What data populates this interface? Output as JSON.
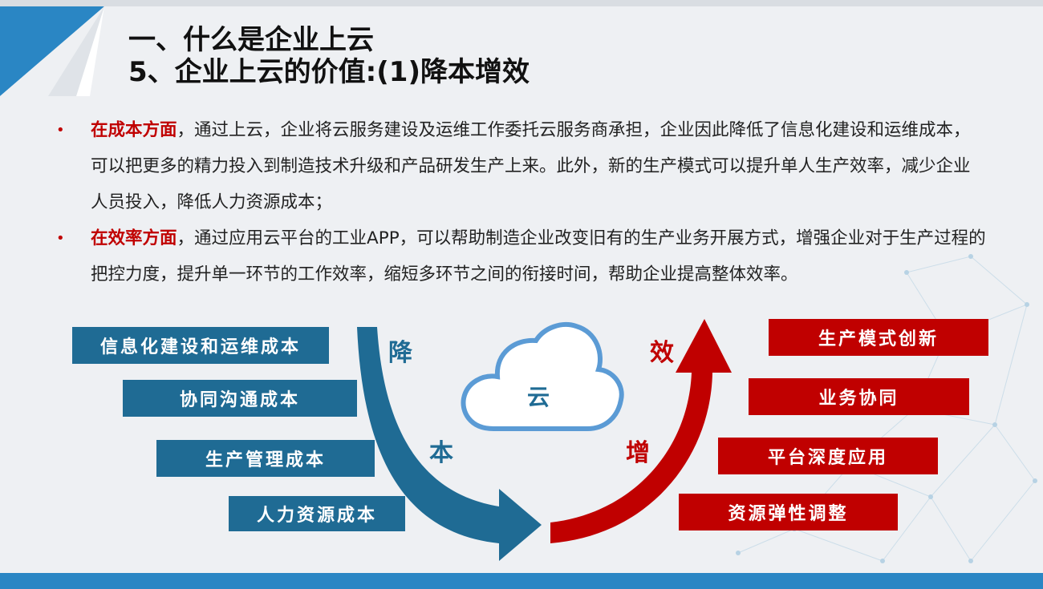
{
  "slide": {
    "title_line1": "一、什么是企业上云",
    "title_line2": "5、企业上云的价值:(1)降本增效"
  },
  "bullets": [
    {
      "marker": "•",
      "highlight": "在成本方面",
      "text": "，通过上云，企业将云服务建设及运维工作委托云服务商承担，企业因此降低了信息化建设和运维成本，可以把更多的精力投入到制造技术升级和产品研发生产上来。此外，新的生产模式可以提升单人生产效率，减少企业人员投入，降低人力资源成本；"
    },
    {
      "marker": "•",
      "highlight": "在效率方面",
      "text": "，通过应用云平台的工业APP，可以帮助制造企业改变旧有的生产业务开展方式，增强企业对于生产过程的把控力度，提升单一环节的工作效率，缩短多环节之间的衔接时间，帮助企业提高整体效率。"
    }
  ],
  "diagram": {
    "cost_items": [
      "信息化建设和运维成本",
      "协同沟通成本",
      "生产管理成本",
      "人力资源成本"
    ],
    "efficiency_items": [
      "生产模式创新",
      "业务协同",
      "平台深度应用",
      "资源弹性调整"
    ],
    "cloud_label": "云",
    "down_arrow_chars": [
      "降",
      "本"
    ],
    "up_arrow_chars": [
      "效",
      "增"
    ],
    "colors": {
      "blue": "#1f6b94",
      "red": "#c00000",
      "cloud": "#5b9bd5"
    }
  }
}
